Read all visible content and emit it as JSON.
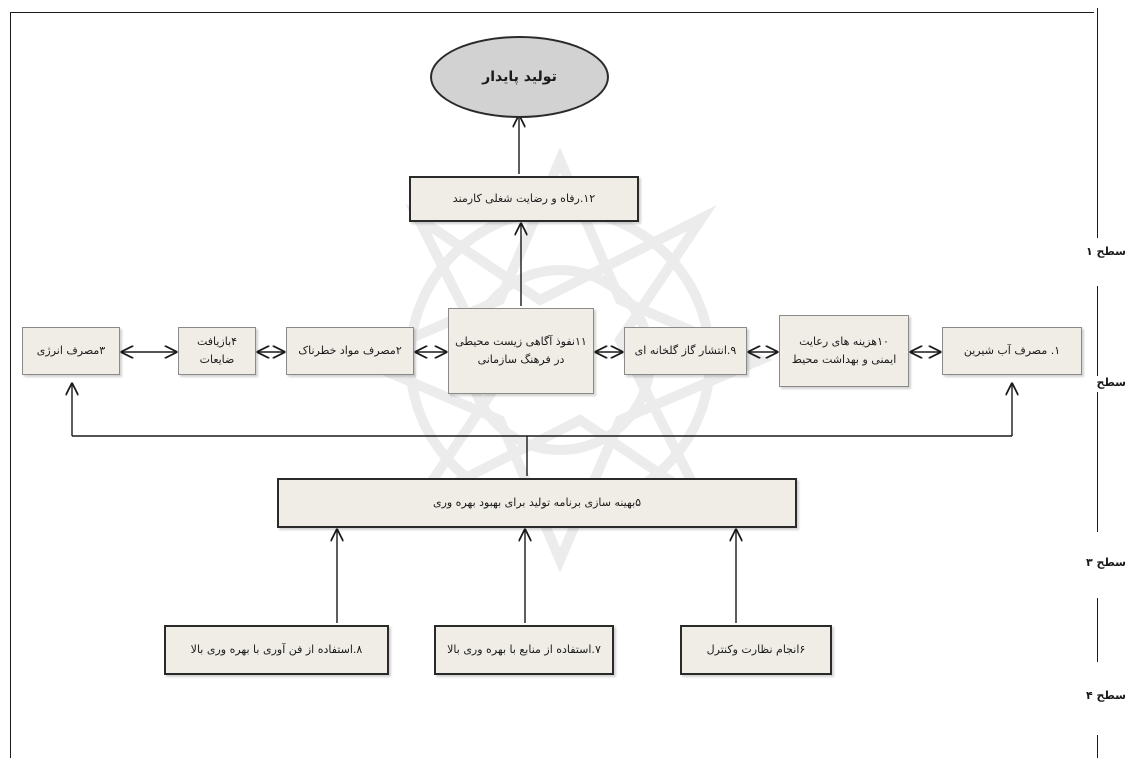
{
  "goal": {
    "label": "تولید پایدار"
  },
  "nodes": {
    "n12": "۱۲.رفاه و رضایت شغلی کارمند",
    "n11": "۱۱نفوذ آگاهی زیست محیطی در فرهنگ سازمانی",
    "n10": "۱۰هزینه های رعایت ایمنی و بهداشت محیط",
    "n9": "۹.انتشار گاز گلخانه ای",
    "n2": "۲مصرف مواد خطرناک",
    "n4": "۴بازیافت ضایعات",
    "n3": "۳مصرف انرژی",
    "n1": "۱. مصرف آب شیرین",
    "n5": "۵بهینه سازی برنامه تولید برای بهبود بهره وری",
    "n8": "۸.استفاده از فن آوری با بهره وری بالا",
    "n7": "۷.استفاده از منابع با بهره وری بالا",
    "n6": "۶انجام نظارت وکنترل"
  },
  "levels": {
    "l1": "سطح ۱",
    "l2": "سطح",
    "l3": "سطح ۳",
    "l4": "سطح ۴"
  },
  "colors": {
    "box_fill": "#efede6",
    "goal_fill": "#d2d2d2",
    "line": "#1a1a1a"
  }
}
